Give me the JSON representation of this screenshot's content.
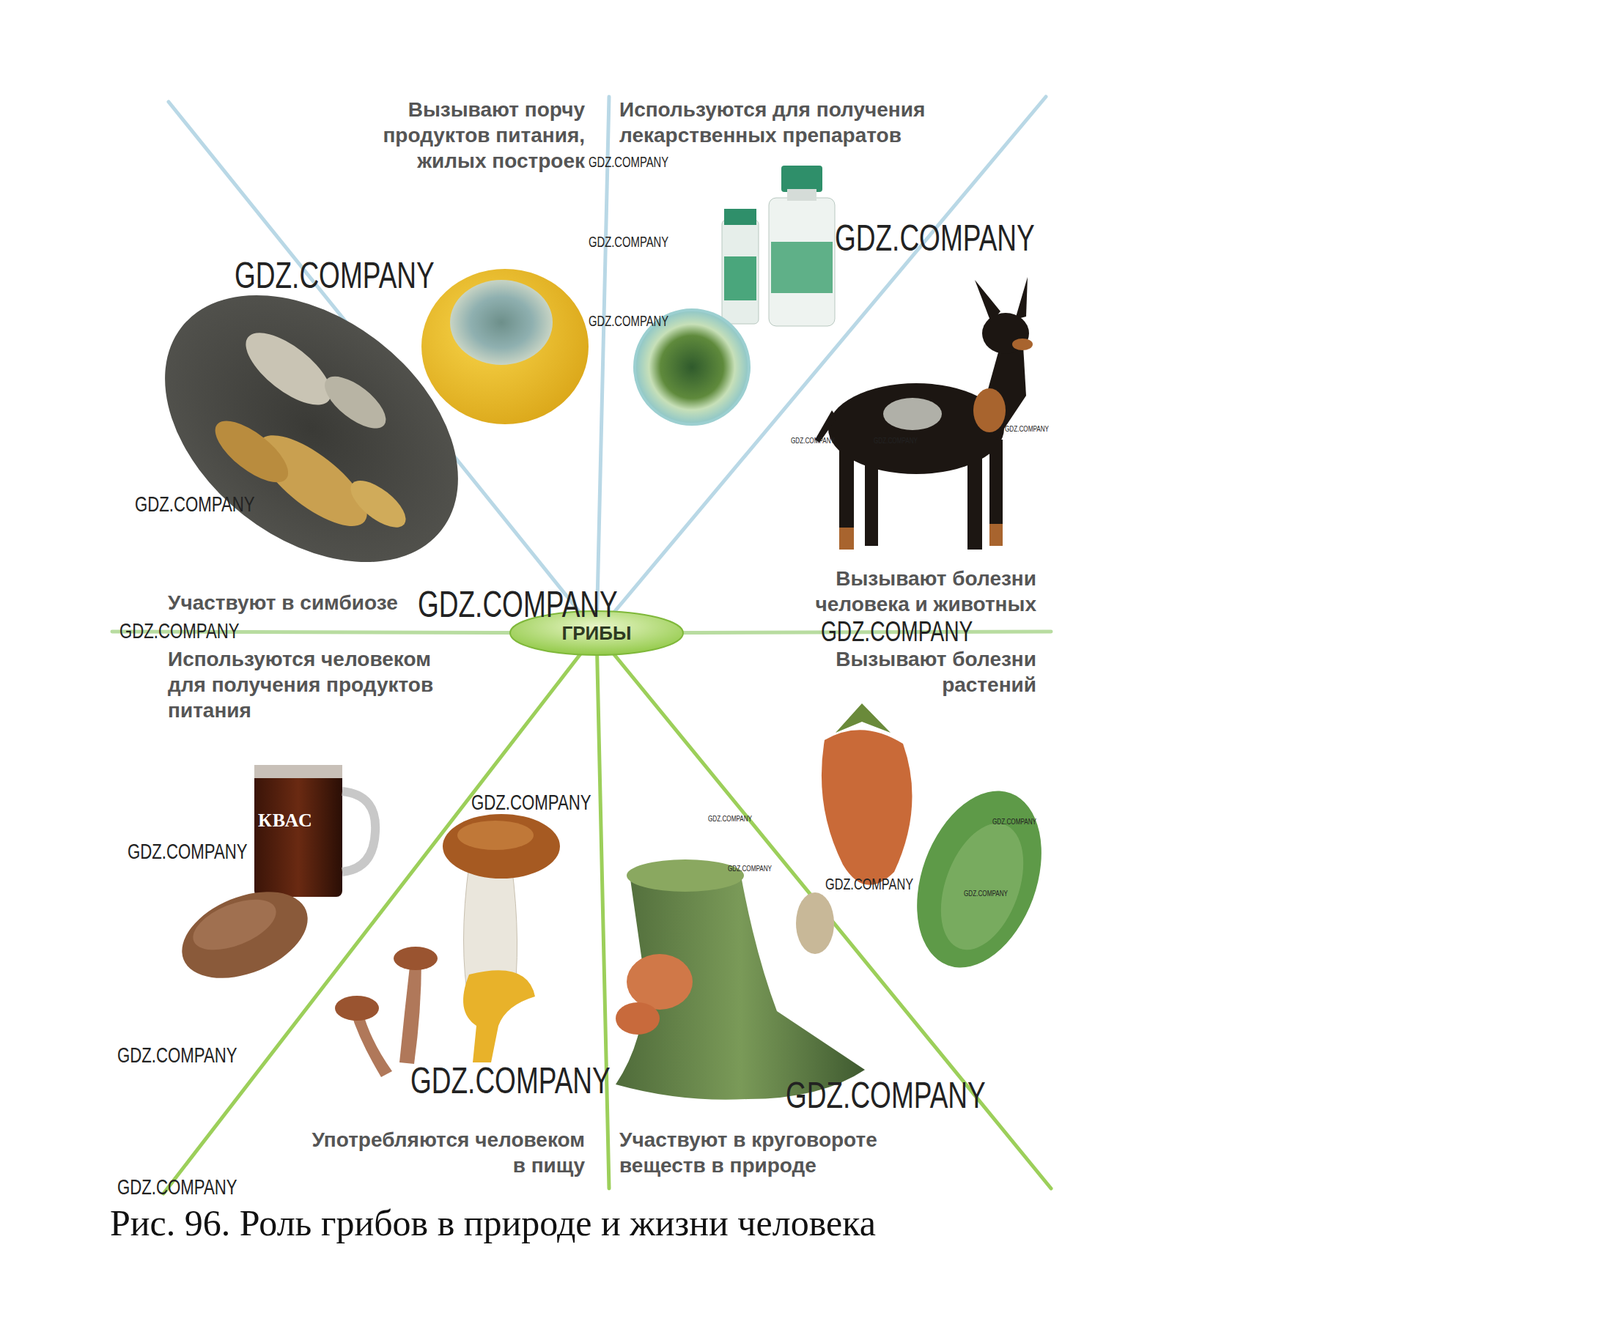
{
  "diagram": {
    "caption": "Рис. 96. Роль грибов в природе и жизни человека",
    "nodes": [
      {
        "text": [
          "ГРИБЫ"
        ]
      }
    ],
    "labels": [
      "Вызывают порчу продуктов питания, жилых построек",
      "Используются для получения лекарственных препаратов",
      "GDZ.COMPANY",
      "GDZ.COMPANY",
      "GDZ.COMPANY",
      "GDZ.COMPANY",
      "GDZ.COMPANY",
      "GDZ.COMPANY",
      "GDZ.COMPANY",
      "GDZ.COMPANY",
      "GDZ.COMPANY",
      "Вызывают болезни человека и животных",
      "Участвуют в симбиозе",
      "GDZ.COMPANY",
      "GDZ.COMPANY",
      "GDZ.COMPANY",
      "Используются человеком для получения продуктов питания",
      "Вызывают болезни растений",
      "GDZ.COMPANY",
      "GDZ.COMPANY",
      "GDZ.COMPANY",
      "КВАС",
      "GDZ.COMPANY",
      "GDZ.COMPANY",
      "GDZ.COMPANY",
      "GDZ.COMPANY",
      "GDZ.COMPANY",
      "GDZ.COMPANY",
      "GDZ.COMPANY",
      "Употребляются человеком в пищу",
      "Участвуют в круговороте веществ в природе",
      "GDZ.COMPANY"
    ]
  }
}
